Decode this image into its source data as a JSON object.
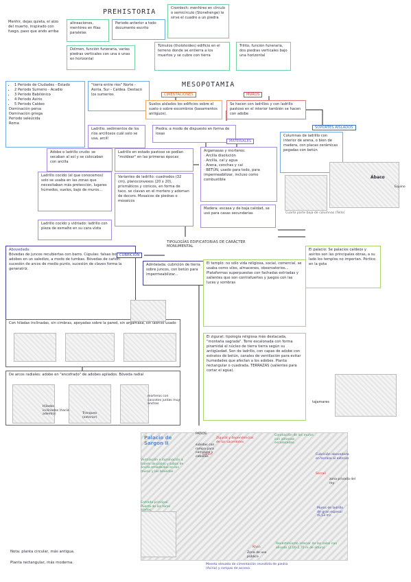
{
  "titles": {
    "prehistoria": "PREHISTORIA",
    "mesopotamia": "MESOPOTAMIA"
  },
  "prehistoria": {
    "menhir": "Menhir, dejas quieta, el alzo del muerto, inspirado con fuego, paso que ando arriba",
    "alineaciones": "alineaciones, menhires en filas paralelas",
    "periodo": "Periodo anterior a todo documento escrito",
    "cromlech": "Cromlech: menhires en círculo o semicírculo (Stonehenge) le sirve el cuadro a un piedra",
    "dolmen": "Dolmen, función funeraria, varias piedras verticales con una o unas en horizontal",
    "tumulo": "Túmulos (tholotoides) edificio en el terreno donde se entierra a los muertos y se cubre con tierra",
    "trilito": "Trilito, función funeraria, dos piedras verticales bajo una horizontal"
  },
  "meso_periods": {
    "items": [
      "1 Periodo de Ciudades - Estado",
      "2 Periodo Sumerio - Acadio",
      "3 Periodo Babilónico",
      "4 Periodo Asirio",
      "5 Periodo Caldeo"
    ],
    "extra": [
      "Dominación persa",
      "Dominación griega",
      "Periodo seleúcida",
      "Roma"
    ]
  },
  "tierra": "\"tierra entre ríos\" Norte - Asiria, Sur - Caldea. Destacó los sumerios",
  "cimentaciones": {
    "tag": "CIMENTACIONES",
    "text": "Suelos aislados los edificios sobre el suelo o sobre escombros (basamentos antiguos)."
  },
  "muros": {
    "tag": "MUROS",
    "text": "Se hacen con ladrillos y con ladrillo pastoso en el interior también se hacen con adobe"
  },
  "soportes": {
    "tag": "SOPORTES AISLADOS",
    "text": "Columnas de ladrillo con interior de arena, o bien de madera, con placas cerámicas pegadas con betún"
  },
  "ladrillo_sed": "Ladrillo: sedimentos de los ríos arcillosos cuál solo se usa, arcill",
  "piedra": "Piedra: a modo de dispuesto en forma de losas",
  "materiales": {
    "tag": "MATERIALES",
    "items": [
      "Argamasas y morteros:",
      "· Arcilla disolución",
      "· Arcilla, cal y agua",
      "· Arena, conchas y cal",
      "· BETÚN, usado para todo, para impermeabilizar, incluso como combustible"
    ]
  },
  "madera": "Madera: escasa y de baja calidad, se usó para casas secundarias",
  "adobe": "Adobe o ladrillo crudo: se secaban al sol y se colocaban con arcilla",
  "ladrillo_estado": "Ladrillo en estado pastoso se podían \"moldear\" en las primeras épocas",
  "ladrillo_cocido": "Ladrillo cocido (el que conocemos) solo se usaba en las zonas que necesitaban más protección, lugares húmedos, suelos, bajo de muros...",
  "variantes": "Variantes de ladrillo: cuadrados (32 cm), planoconvexos (20 x 20), prismáticos y cónicos, en forma de taco, se clavan en el mortero y adornan de decoro. Mosaicos de piedras o mosaicos",
  "ladrillo_vidriado": "Ladrillo cocido y vidriado: ladrillo con pieza de esmalte en su cara vista",
  "caption_right": "Cuarto parte baja de columnas (Tello)",
  "abaco": "Ábaco",
  "equino": "Equino",
  "boveda": {
    "title": "Abovedada:",
    "text": "Bóvedas de juncos recubiertas con barro. Cúpulas: falsas bóvedas, adobes en un saledizo, a modo de tumbas. Bóvedas de cañón: sucesión de arcos de medio punto, sucesión de claves forma la generatriz."
  },
  "cubricion": {
    "tag": "CUBRICIÓN",
    "text": "Adintelada: cubrición de tierra sobre juncos, con betún para impermeabilizar..."
  },
  "tipologias": {
    "tag": "TIPOLOGÍAS EDIFICATORIAS DE CARÁCTER MONUMENTAL"
  },
  "palacio": "El palacio: Se palacios caldeos y asirios son las principales obras, a su lado los templos no importan. Pórtico en la gota",
  "templo": "El templo: no sólo vida religiosa, social, comercial, se usaba como silos, almacenes, observatorios... Plataformas superpuestas con fachadas estriadas y salientes que son contrafuertes y juegos con las luces y sombras",
  "zigurat": "El zigurat: tipología religiosa más destacada, \"montaña sagrada\". Torre escalonada con forma piramidal el núcleo de tierra tierra según su antigüedad. Son de ladrillo, con capas de adobe con estratos de betún, canales de ventilación para evitar humedades que afectan a los adobes. Planta rectangular o cuadrada. TERRAZAS (salientes para cortar el agua).",
  "boveda_lines": "Con hiladas inclinadas, sin cimbras, apoyadas sobre la pared, sin argamasa, sin ladrillo usado",
  "arcos_radiales": "De arcos radiales: adobe en \"encofrado\" de adobes apilados. Bóveda radial",
  "tajamares": "tajamares",
  "sketch_labels": {
    "hiladas": "Hiladas inclinadas (hacia adentro)",
    "tranq": "Tranqueo (exterior)",
    "morteros": "morteros con cascotes juntas muy anchas"
  },
  "palace_fig": {
    "title": "Palacio de Sargon II",
    "patios": "PATIOS",
    "zigurat": "Zigurat y dependencias de los sacerdotes",
    "harem": "Harén",
    "coronacion": "Coronación de los muros con almenas escalonadas.",
    "cubierta": "Cubrición abovedada en terraza al exterior.",
    "serrail": "Serrail",
    "zona_privada": "zona privada del rey",
    "ventilacion": "Ventilación e iluminación a través de palios y tubos de arcilla embebidos en los muros y las bóvedas",
    "entrada": "Entrada principal. Puerta de los toros alados.",
    "muros": "Muros de ladrillo de gran espesor (6,53 m).",
    "khan": "Khan",
    "zona_publica": "Zona de uso público",
    "revestimiento": "Revestimiento interior de las salas con alisado (2,00-2,70 m de altura)",
    "meseta": "Meseta elevada de cimentación revestida de piedra (Asiria) y rampas de acceso.",
    "subidas": "subidas con rampa para carruajes y caballos"
  },
  "nota": [
    "Nota: planta circular, más antigua.",
    "Planta rectangular, más moderna."
  ]
}
